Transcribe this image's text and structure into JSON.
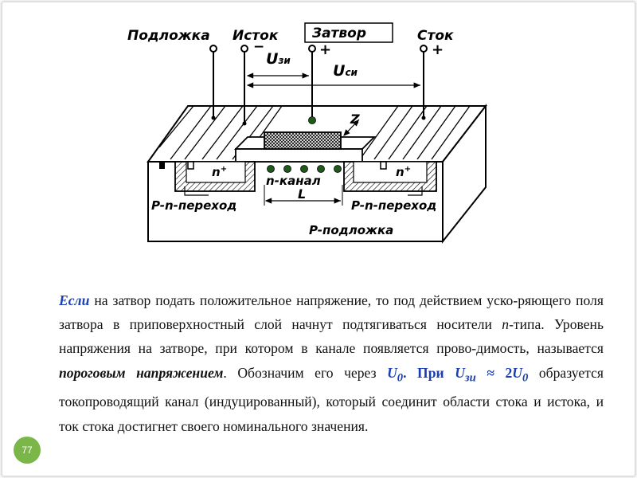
{
  "diagram": {
    "terminals": {
      "substrate": "Подложка",
      "source": "Исток",
      "gate": "Затвор",
      "drain": "Сток"
    },
    "polarity": {
      "source_minus": "−",
      "gate_plus": "+",
      "drain_plus": "+"
    },
    "voltages": {
      "u_gs_main": "U",
      "u_gs_sub": "зи",
      "u_ds_main": "U",
      "u_ds_sub": "си"
    },
    "width_label": "Z",
    "n_region_left": "n",
    "n_region_left_sup": "+",
    "n_region_right": "n",
    "n_region_right_sup": "+",
    "channel_label": "n-канал",
    "length_label": "L",
    "junction_left": "P-n-переход",
    "junction_right": "P-n-переход",
    "substrate_label": "P-подложка"
  },
  "paragraph": {
    "p1": "Если",
    "p2": " на затвор подать положительное напряжение, то под действием уско-ряющего поля затвора в приповерхностный слой начнут подтягиваться носители ",
    "p3": "n",
    "p4": "-типа. Уровень напряжения на затворе, при котором в канале появляется прово-димость, называется ",
    "p5": "пороговым напряжением",
    "p6": ". Обозначим его через ",
    "p7": "U",
    "p7sub": "0",
    "p8": ". При ",
    "p9": "U",
    "p9sub": "зи",
    "p10": "≈ 2",
    "p11": "U",
    "p11sub": "0",
    "p12": " образуется токопроводящий канал (индуцированный), который соединит области стока и истока, и ток стока достигнет своего номинального значения."
  },
  "page_number": "77",
  "colors": {
    "accent_blue": "#1a3fb5",
    "badge_green": "#7ab648"
  }
}
